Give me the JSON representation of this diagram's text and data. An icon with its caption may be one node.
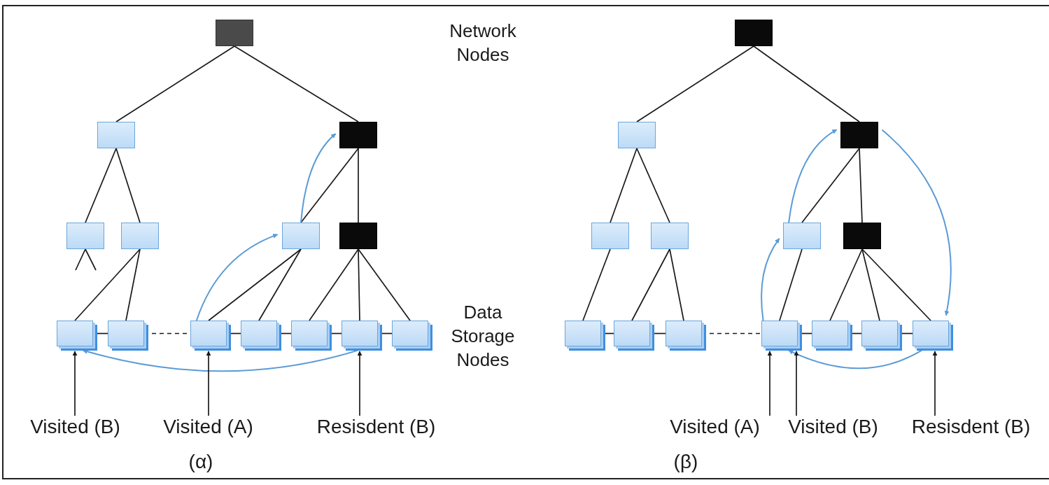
{
  "diagram": {
    "nodes": [
      {
        "text": [],
        "shape": "box"
      },
      {
        "text": [],
        "shape": "box"
      },
      {
        "text": [],
        "shape": "box"
      },
      {
        "text": [],
        "shape": "box"
      },
      {
        "text": [],
        "shape": "box"
      },
      {
        "text": [],
        "shape": "box"
      },
      {
        "text": [],
        "shape": "box"
      },
      {
        "text": [],
        "shape": "box"
      },
      {
        "text": [],
        "shape": "box"
      },
      {
        "text": [],
        "shape": "box"
      },
      {
        "text": [],
        "shape": "box"
      },
      {
        "text": [],
        "shape": "box"
      },
      {
        "text": [],
        "shape": "box"
      },
      {
        "text": [],
        "shape": "box"
      },
      {
        "text": [
          "Visited (B)"
        ]
      },
      {
        "text": [
          "Visited (A)"
        ]
      },
      {
        "text": [
          "Resisdent (B)"
        ]
      },
      {
        "text": [],
        "shape": "box"
      },
      {
        "text": [],
        "shape": "box"
      },
      {
        "text": [],
        "shape": "box"
      },
      {
        "text": [],
        "shape": "box"
      },
      {
        "text": [],
        "shape": "box"
      },
      {
        "text": [],
        "shape": "box"
      },
      {
        "text": [],
        "shape": "box"
      },
      {
        "text": [],
        "shape": "box"
      },
      {
        "text": [],
        "shape": "box"
      },
      {
        "text": [],
        "shape": "box"
      },
      {
        "text": [],
        "shape": "box"
      },
      {
        "text": [],
        "shape": "box"
      },
      {
        "text": [],
        "shape": "box"
      },
      {
        "text": [],
        "shape": "box"
      },
      {
        "text": [
          "Visited (A)"
        ]
      },
      {
        "text": [
          "Visited (B)"
        ]
      },
      {
        "text": [
          "Resisdent (B)"
        ]
      }
    ],
    "edges": [
      {
        "from": 0,
        "to": 1,
        "arrow": "none"
      },
      {
        "from": 0,
        "to": 2,
        "arrow": "none"
      },
      {
        "from": 1,
        "to": 3,
        "arrow": "none"
      },
      {
        "from": 1,
        "to": 4,
        "arrow": "none"
      },
      {
        "from": 2,
        "to": 5,
        "arrow": "none"
      },
      {
        "from": 2,
        "to": 6,
        "arrow": "none"
      },
      {
        "from": 3,
        "to": null,
        "arrow": "none"
      },
      {
        "from": 3,
        "to": null,
        "arrow": "none"
      },
      {
        "from": 4,
        "to": 7,
        "arrow": "none"
      },
      {
        "from": 4,
        "to": 8,
        "arrow": "none"
      },
      {
        "from": 5,
        "to": 9,
        "arrow": "none"
      },
      {
        "from": 5,
        "to": 10,
        "arrow": "none"
      },
      {
        "from": 6,
        "to": 11,
        "arrow": "none"
      },
      {
        "from": 6,
        "to": 12,
        "arrow": "none"
      },
      {
        "from": 6,
        "to": 13,
        "arrow": "none"
      },
      {
        "from": 7,
        "to": 8,
        "arrow": "none"
      },
      {
        "from": 8,
        "to": 9,
        "arrow": "none",
        "style": "dashed"
      },
      {
        "from": 9,
        "to": 10,
        "arrow": "none"
      },
      {
        "from": 10,
        "to": 11,
        "arrow": "none"
      },
      {
        "from": 11,
        "to": 12,
        "arrow": "none"
      },
      {
        "from": 12,
        "to": 13,
        "arrow": "none"
      },
      {
        "from": 9,
        "to": 5,
        "arrow": "to",
        "color": "#5b9bd5"
      },
      {
        "from": 5,
        "to": 2,
        "arrow": "to",
        "color": "#5b9bd5"
      },
      {
        "from": 12,
        "to": 7,
        "arrow": "to",
        "color": "#5b9bd5"
      },
      {
        "from": 14,
        "to": 7,
        "arrow": "to"
      },
      {
        "from": 15,
        "to": 9,
        "arrow": "to"
      },
      {
        "from": 16,
        "to": 12,
        "arrow": "to"
      },
      {
        "from": 17,
        "to": 18,
        "arrow": "none"
      },
      {
        "from": 17,
        "to": 19,
        "arrow": "none"
      },
      {
        "from": 18,
        "to": 20,
        "arrow": "none"
      },
      {
        "from": 18,
        "to": 21,
        "arrow": "none"
      },
      {
        "from": 20,
        "to": 24,
        "arrow": "none"
      },
      {
        "from": 21,
        "to": 25,
        "arrow": "none"
      },
      {
        "from": 21,
        "to": 26,
        "arrow": "none"
      },
      {
        "from": 19,
        "to": 22,
        "arrow": "none"
      },
      {
        "from": 19,
        "to": 23,
        "arrow": "none"
      },
      {
        "from": 22,
        "to": 27,
        "arrow": "none"
      },
      {
        "from": 23,
        "to": 28,
        "arrow": "none"
      },
      {
        "from": 23,
        "to": 29,
        "arrow": "none"
      },
      {
        "from": 23,
        "to": 30,
        "arrow": "none"
      },
      {
        "from": 24,
        "to": 25,
        "arrow": "none"
      },
      {
        "from": 25,
        "to": 26,
        "arrow": "none"
      },
      {
        "from": 26,
        "to": 27,
        "arrow": "none",
        "style": "dashed"
      },
      {
        "from": 27,
        "to": 28,
        "arrow": "none"
      },
      {
        "from": 28,
        "to": 29,
        "arrow": "none"
      },
      {
        "from": 29,
        "to": 30,
        "arrow": "none"
      },
      {
        "from": 27,
        "to": 22,
        "arrow": "to",
        "color": "#5b9bd5"
      },
      {
        "from": 22,
        "to": 19,
        "arrow": "to",
        "color": "#5b9bd5"
      },
      {
        "from": 19,
        "to": 30,
        "arrow": "to",
        "color": "#5b9bd5"
      },
      {
        "from": 30,
        "to": 27,
        "arrow": "to",
        "color": "#5b9bd5"
      },
      {
        "from": 31,
        "to": 27,
        "arrow": "to"
      },
      {
        "from": 32,
        "to": 27,
        "arrow": "to"
      },
      {
        "from": 33,
        "to": 30,
        "arrow": "to"
      }
    ],
    "labels": [
      "Network Nodes",
      "Data Storage Nodes",
      "(α)",
      "(β)"
    ]
  }
}
